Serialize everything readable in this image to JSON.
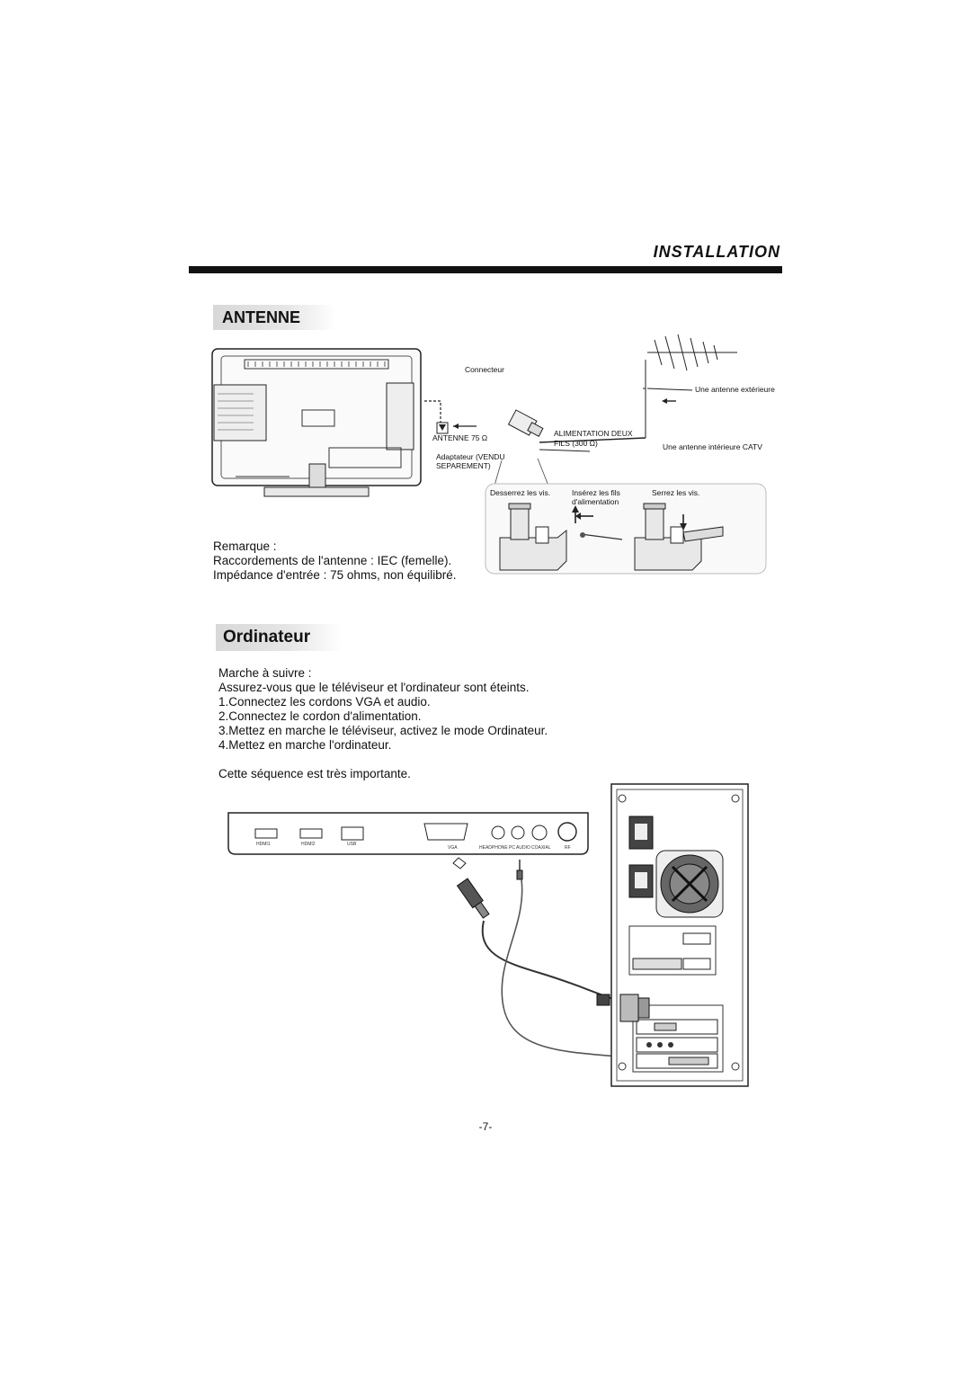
{
  "header": {
    "title": "INSTALLATION"
  },
  "antenne": {
    "heading": "ANTENNE",
    "diagram_labels": {
      "connecteur": "Connecteur",
      "antenne_exterieure": "Une antenne extérieure",
      "alimentation": "ALIMENTATION DEUX",
      "fils": "FILS (300 Ω)",
      "antenne75": "ANTENNE 75 Ω",
      "adaptateur1": "Adaptateur (VENDU",
      "adaptateur2": "SEPAREMENT)",
      "antenne_interieure": "Une antenne intérieure CATV",
      "desserrez": "Desserrez les vis.",
      "inserez1": "Insérez les fils",
      "inserez2": "d'alimentation",
      "serrez": "Serrez les vis."
    },
    "notes": [
      "Remarque :",
      "Raccordements de l'antenne : IEC (femelle).",
      "Impédance d'entrée : 75 ohms, non équilibré."
    ]
  },
  "ordinateur": {
    "heading": "Ordinateur",
    "steps": [
      "Marche à suivre :",
      "Assurez-vous que le téléviseur et l'ordinateur sont éteints.",
      "1.Connectez les cordons VGA et audio.",
      "2.Connectez le cordon d'alimentation.",
      "3.Mettez en marche le téléviseur, activez le mode Ordinateur.",
      "4.Mettez en marche l'ordinateur."
    ],
    "note": "Cette séquence est très importante.",
    "ports": {
      "hdmi1": "HDMI1",
      "hdmi2": "HDMI2",
      "usb": "USB",
      "vga": "VGA",
      "headphone": "HEADPHONE",
      "pcaudio": "PC AUDIO",
      "coaxial": "COAXIAL",
      "rf": "RF"
    }
  },
  "footer": {
    "page_number": "-7-"
  }
}
